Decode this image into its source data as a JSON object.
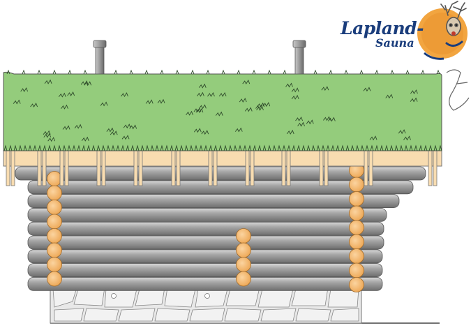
{
  "brand": {
    "name": "Lapland-",
    "subname": "Sauna",
    "text_color": "#1a3d7c",
    "emblem_color": "#f2a540",
    "mascot": "reindeer-icon"
  },
  "colors": {
    "sod_roof": "#94cc7c",
    "grass_stroke": "#2e4a2a",
    "roof_board": "#f8dcb0",
    "purlin_end": "#f8dcb0",
    "log_body": "#9a9a9a",
    "log_end": "#f2b56a",
    "foundation_stone": "#e6e6e6",
    "chimney": "#9a9a9a"
  },
  "elements": [
    "sod-roof",
    "chimney",
    "roof-edge-board",
    "purlin-ends",
    "log-wall",
    "log-ends-left",
    "log-ends-middle",
    "log-ends-right",
    "stone-foundation",
    "ground-line"
  ]
}
